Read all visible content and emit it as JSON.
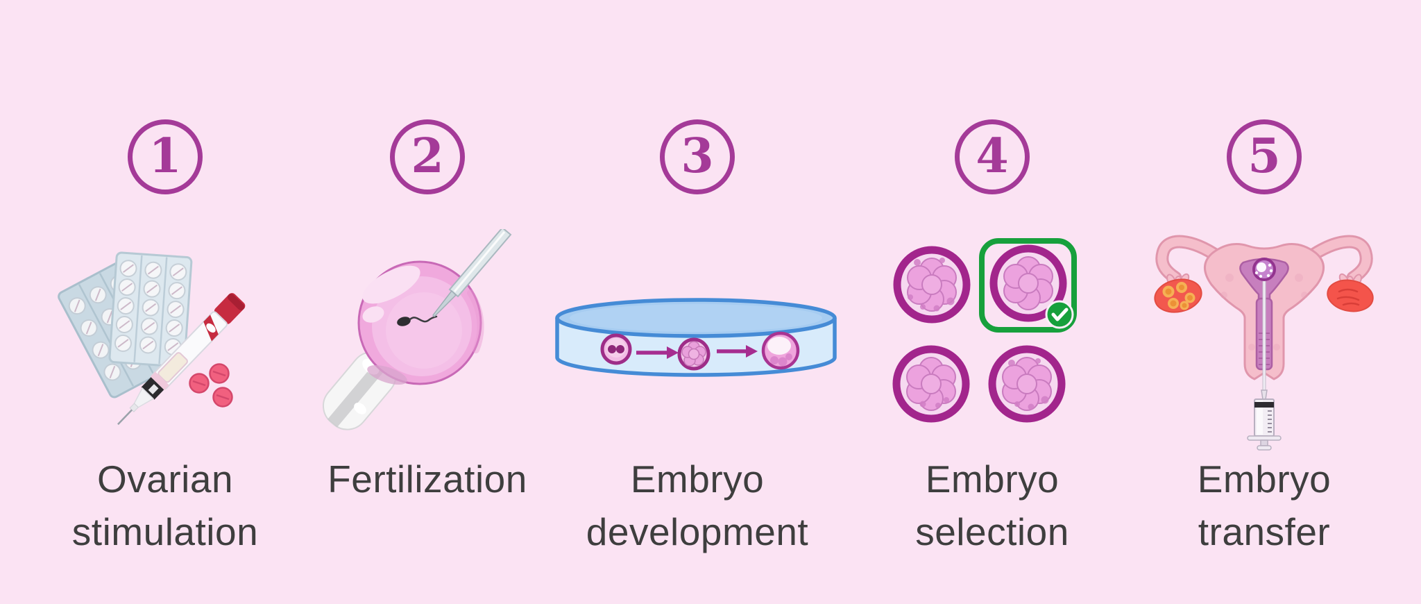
{
  "diagram": {
    "background_color": "#FBE3F3",
    "accent_color": "#A43A98",
    "label_color": "#3E3E3E",
    "selection_green_color": "#17A03C",
    "steps": [
      {
        "number": "1",
        "label": "Ovarian\nstimulation",
        "icon": "medication-blisters-injection-pen-pills-icon"
      },
      {
        "number": "2",
        "label": "Fertilization",
        "icon": "icsi-egg-microinjection-icon"
      },
      {
        "number": "3",
        "label": "Embryo\ndevelopment",
        "icon": "petri-dish-embryo-stages-icon"
      },
      {
        "number": "4",
        "label": "Embryo\nselection",
        "icon": "four-embryos-one-selected-icon"
      },
      {
        "number": "5",
        "label": "Embryo\ntransfer",
        "icon": "uterus-catheter-syringe-icon"
      }
    ]
  }
}
